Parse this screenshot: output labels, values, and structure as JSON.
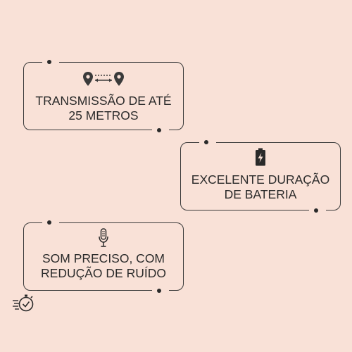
{
  "features": [
    {
      "line1": "TRANSMISSÃO DE ATÉ",
      "line2": "25 METROS",
      "icon": "location-distance-icon"
    },
    {
      "line1": "EXCELENTE DURAÇÃO",
      "line2": "DE BATERIA",
      "icon": "battery-charging-icon"
    },
    {
      "line1": "SOM PRECISO, COM",
      "line2": "REDUÇÃO DE RUÍDO",
      "icon": "microphone-icon"
    }
  ],
  "colors": {
    "background": "#f9e1d7",
    "stroke": "#3a3a3a",
    "text": "#2b2b2b"
  }
}
